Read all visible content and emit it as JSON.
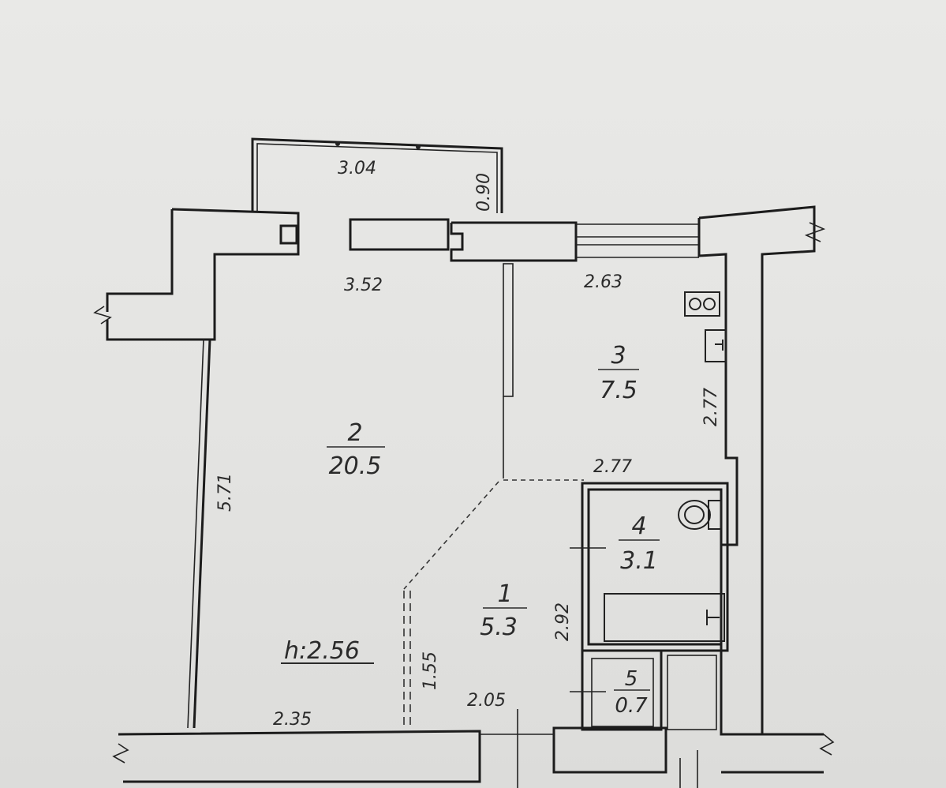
{
  "plan": {
    "ceiling_height": "h:2.56",
    "rooms": [
      {
        "number": "1",
        "area": "5.3"
      },
      {
        "number": "2",
        "area": "20.5"
      },
      {
        "number": "3",
        "area": "7.5"
      },
      {
        "number": "4",
        "area": "3.1"
      },
      {
        "number": "5",
        "area": "0.7"
      }
    ],
    "dimensions": {
      "balcony_width": "3.04",
      "balcony_depth": "0.90",
      "room2_width": "3.52",
      "room3_width": "2.63",
      "room3_depth": "2.77",
      "room3_bottom": "2.77",
      "room2_depth": "5.71",
      "hall_depth": "2.92",
      "opening": "1.55",
      "bottom_left": "2.35",
      "bottom_mid": "2.05"
    },
    "icons": {
      "stove": "stove-icon",
      "sink": "kitchen-sink-icon",
      "toilet": "toilet-icon",
      "bathtub": "bathtub-icon"
    }
  }
}
